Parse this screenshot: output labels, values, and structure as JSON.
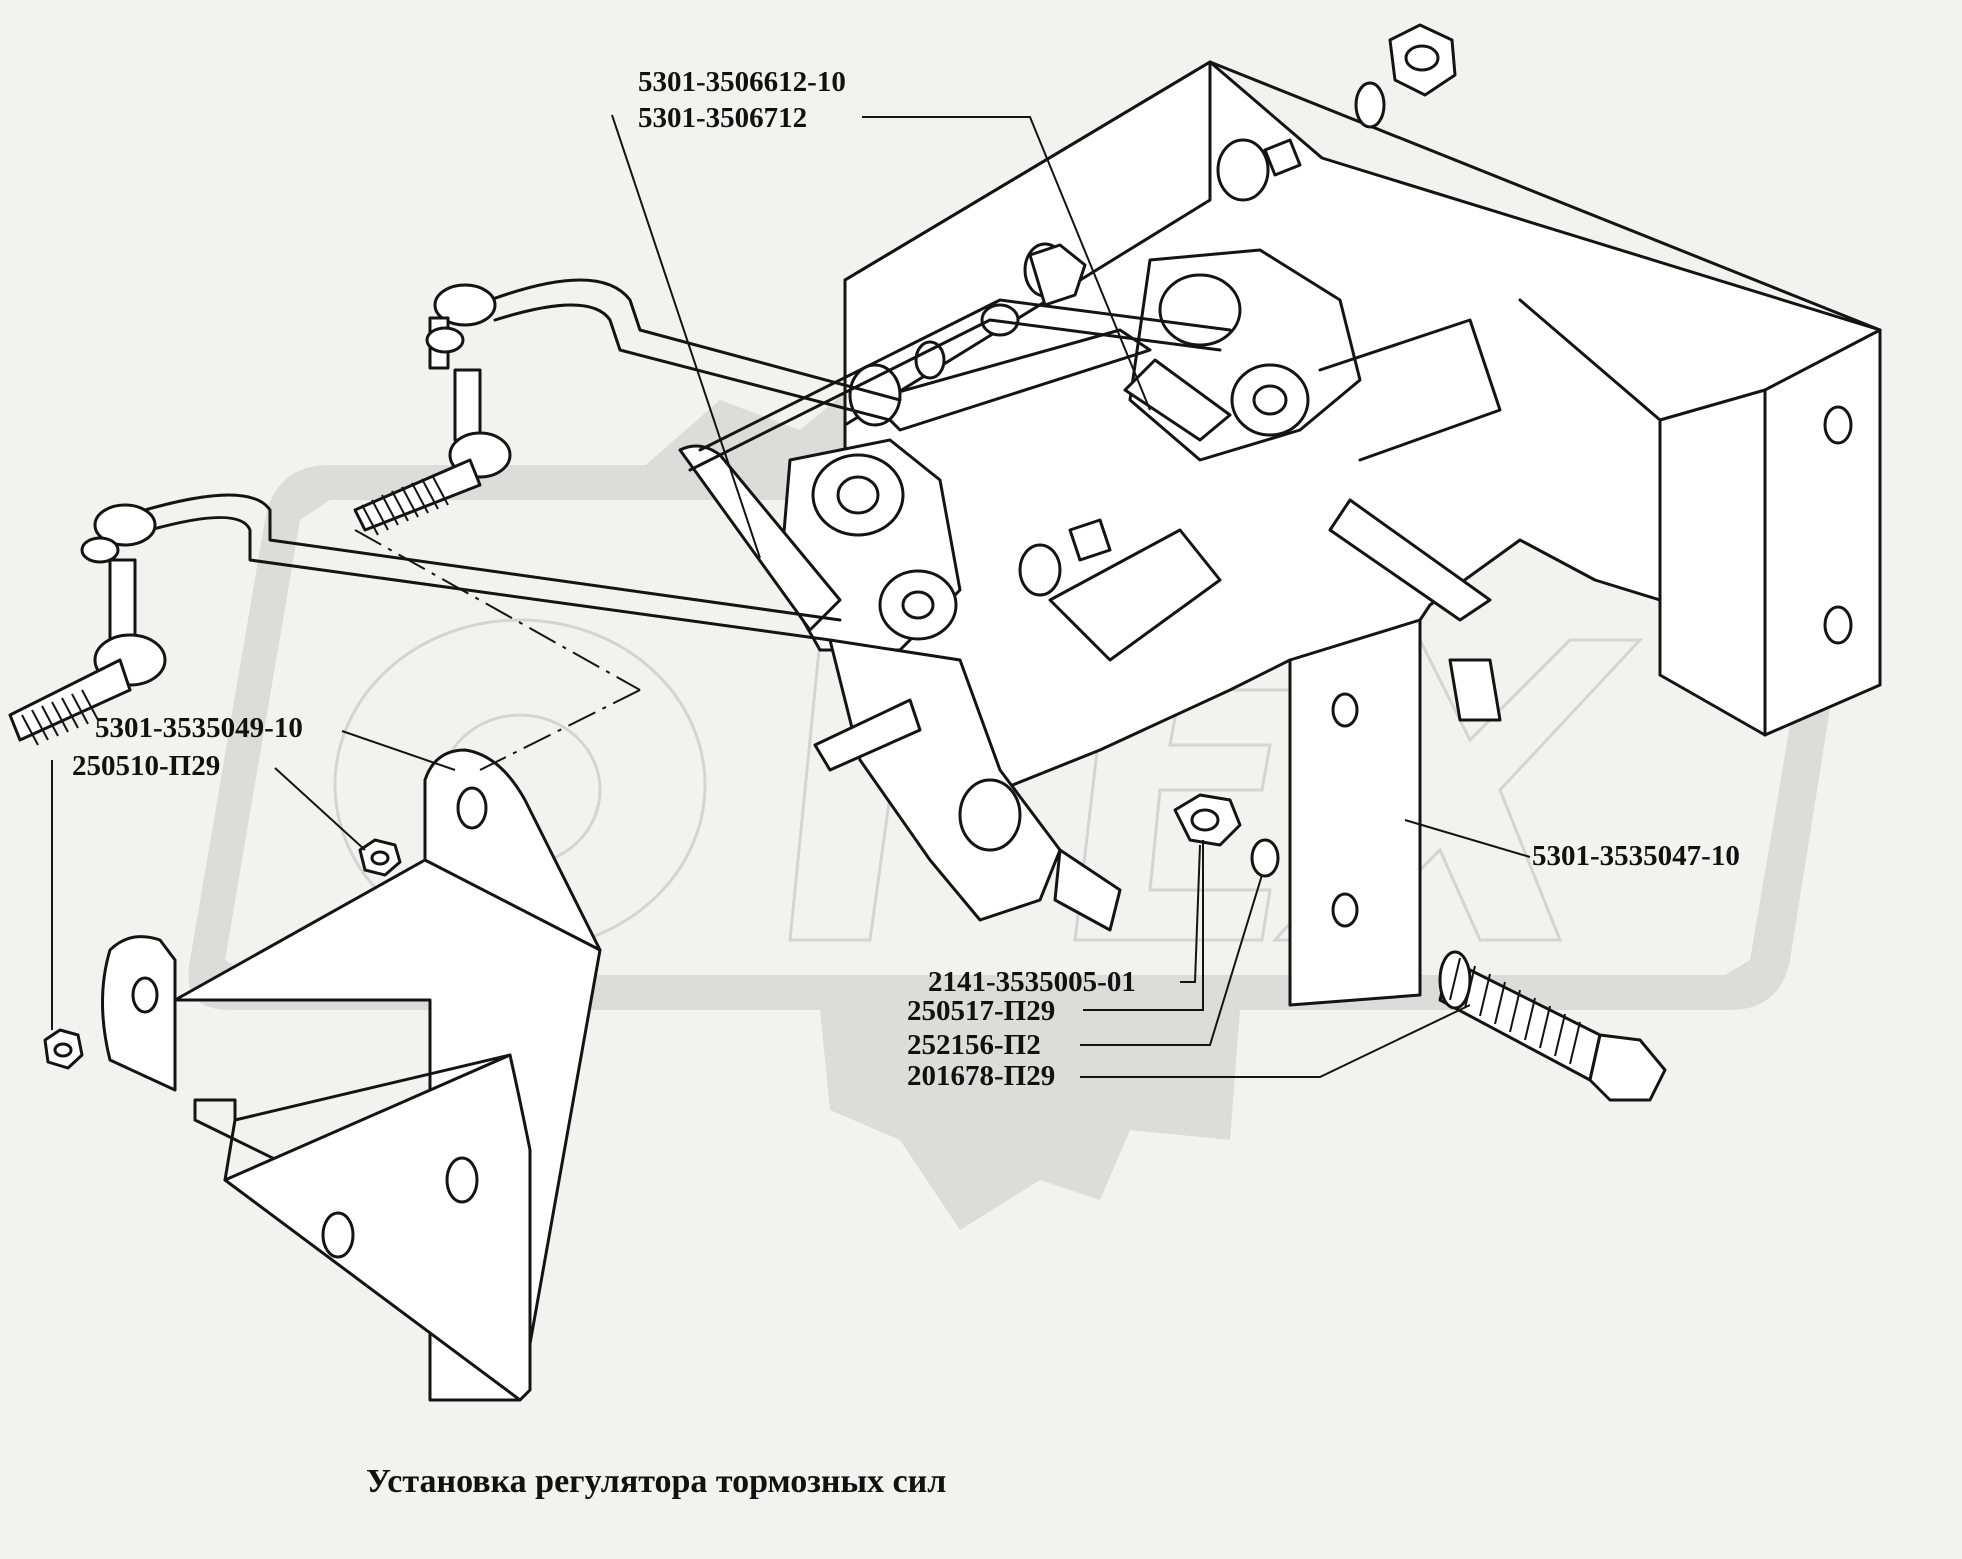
{
  "caption": "Установка регулятора тормозных сил",
  "watermark": {
    "letters": "OPEX",
    "color": "#dcdcda"
  },
  "colors": {
    "line": "#141414",
    "paper": "#f2f2ef",
    "fill": "#ffffff"
  },
  "parts": [
    {
      "id": "5301-3506612-10",
      "label": "5301-3506612-10"
    },
    {
      "id": "5301-3506712",
      "label": "5301-3506712"
    },
    {
      "id": "5301-3535049-10",
      "label": "5301-3535049-10"
    },
    {
      "id": "250510-P29",
      "label": "250510-П29"
    },
    {
      "id": "5301-3535047-10",
      "label": "5301-3535047-10"
    },
    {
      "id": "2141-3535005-01",
      "label": "2141-3535005-01"
    },
    {
      "id": "250517-P29",
      "label": "250517-П29"
    },
    {
      "id": "252156-P2",
      "label": "252156-П2"
    },
    {
      "id": "201678-P29",
      "label": "201678-П29"
    }
  ]
}
